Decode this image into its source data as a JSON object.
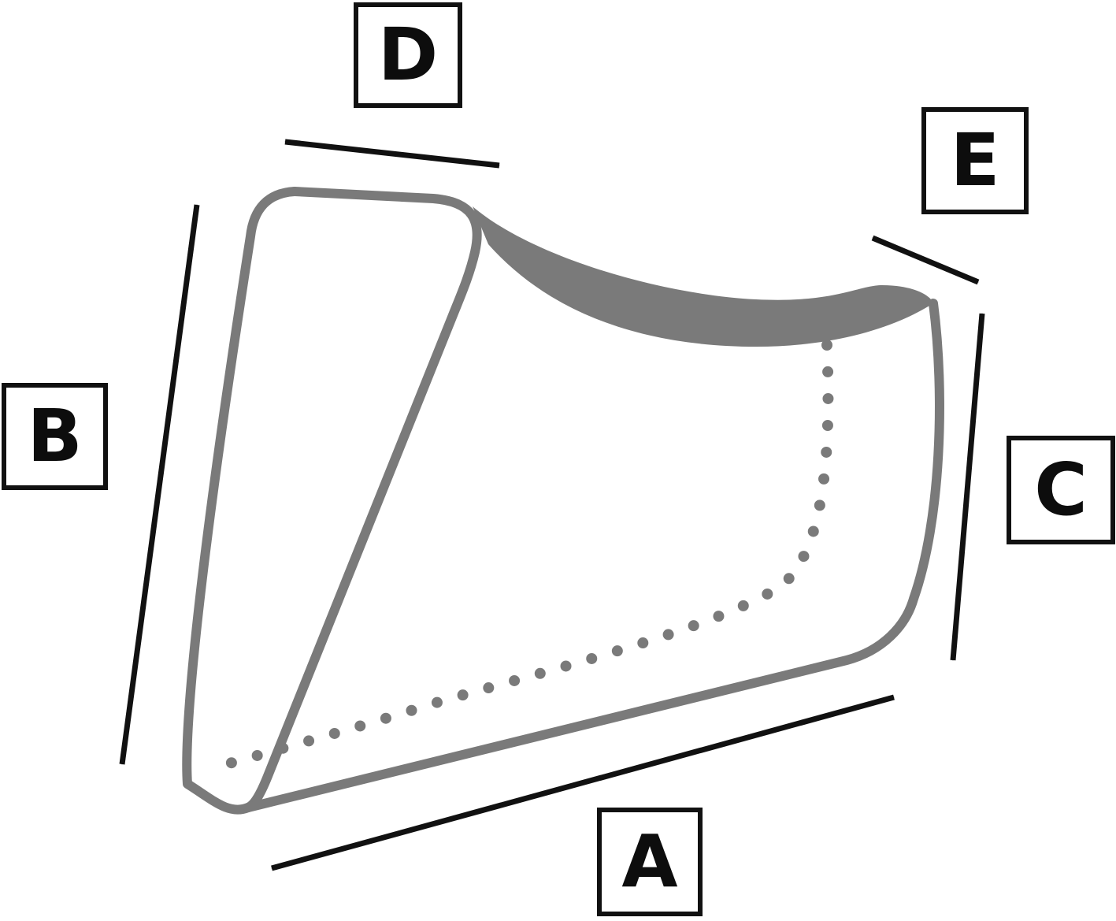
{
  "diagram": {
    "type": "dimension-diagram",
    "subject": "cover-shape-outline",
    "colors": {
      "outline": "#7a7a7a",
      "arrow": "#111111",
      "label_border": "#111111",
      "label_text": "#0d0d0d",
      "background": "#ffffff"
    },
    "labels": [
      {
        "id": "A",
        "text": "A"
      },
      {
        "id": "B",
        "text": "B"
      },
      {
        "id": "C",
        "text": "C"
      },
      {
        "id": "D",
        "text": "D"
      },
      {
        "id": "E",
        "text": "E"
      }
    ]
  }
}
